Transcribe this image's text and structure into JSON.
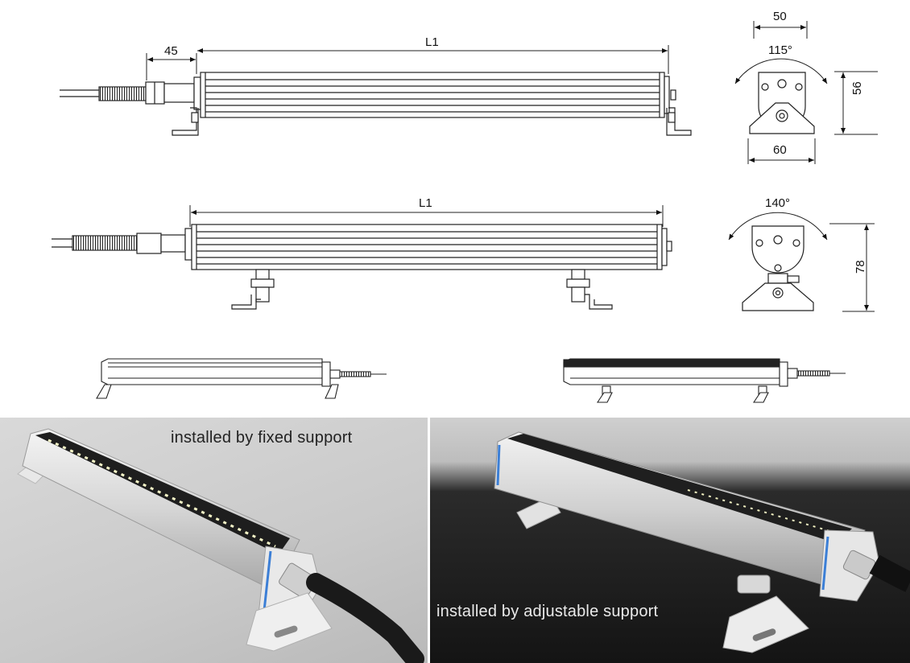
{
  "drawing_fixed": {
    "cable_offset": "45",
    "length": "L1",
    "width_top": "50",
    "angle": "115°",
    "height": "56",
    "width_base": "60"
  },
  "drawing_adjustable": {
    "length": "L1",
    "angle": "140°",
    "height": "78"
  },
  "photos": {
    "fixed_caption": "installed by fixed support",
    "adjustable_caption": "installed by adjustable support"
  }
}
